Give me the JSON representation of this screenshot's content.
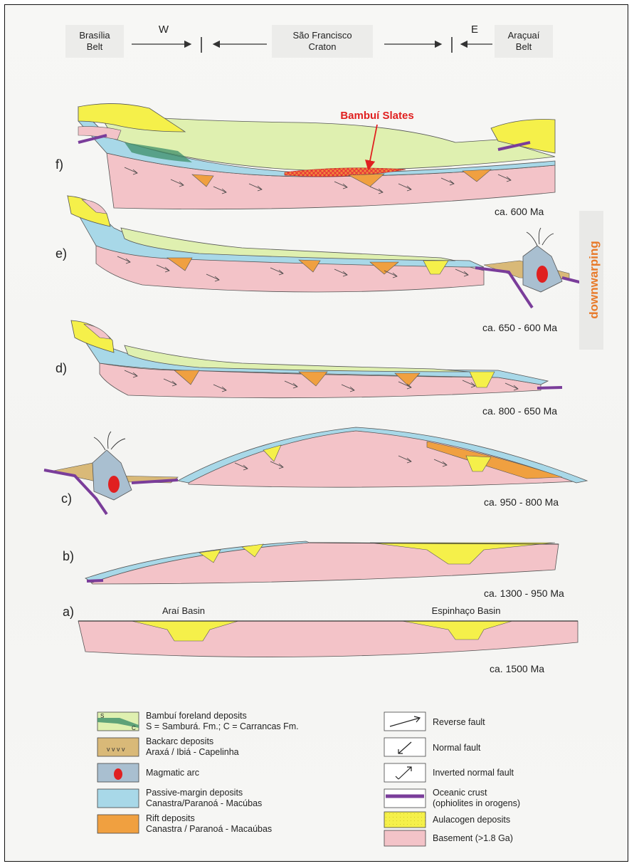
{
  "header": {
    "left_belt_line1": "Brasília",
    "left_belt_line2": "Belt",
    "west_label": "W",
    "craton_line1": "São Francisco",
    "craton_line2": "Craton",
    "east_label": "E",
    "right_belt_line1": "Araçuaí",
    "right_belt_line2": "Belt"
  },
  "annotations": {
    "bambui_slates": "Bambuí Slates",
    "downwarping": "downwarping"
  },
  "stages": [
    {
      "id": "f",
      "label": "f)",
      "age": "ca. 600 Ma"
    },
    {
      "id": "e",
      "label": "e)",
      "age": "ca. 650 - 600 Ma"
    },
    {
      "id": "d",
      "label": "d)",
      "age": "ca. 800 - 650 Ma"
    },
    {
      "id": "c",
      "label": "c)",
      "age": "ca. 950 - 800 Ma"
    },
    {
      "id": "b",
      "label": "b)",
      "age": "ca. 1300 - 950 Ma"
    },
    {
      "id": "a",
      "label": "a)",
      "age": "ca. 1500 Ma",
      "basin_left": "Araí Basin",
      "basin_right": "Espinhaço Basin"
    }
  ],
  "legend": {
    "left": [
      {
        "line1": "Bambuí foreland deposits",
        "line2": "S = Samburá. Fm.; C = Carrancas Fm.",
        "swatch": "#dff0b0",
        "swatch_letters": [
          "S",
          "C"
        ]
      },
      {
        "line1": "Backarc deposits",
        "line2": "Araxá / Ibiá - Capelinha",
        "swatch": "#d9b978"
      },
      {
        "line1": "Magmatic arc",
        "line2": "",
        "swatch": "#a9bfd0"
      },
      {
        "line1": "Passive-margin deposits",
        "line2": "Canastra/Paranoá - Macúbas",
        "swatch": "#a8d8e8"
      },
      {
        "line1": "Rift deposits",
        "line2": "Canastra / Paranoá - Macaúbas",
        "swatch": "#f0a040"
      }
    ],
    "right": [
      {
        "line1": "Reverse fault",
        "line2": ""
      },
      {
        "line1": "Normal fault",
        "line2": ""
      },
      {
        "line1": "Inverted normal fault",
        "line2": ""
      },
      {
        "line1": "Oceanic crust",
        "line2": "(ophiolites in orogens)"
      },
      {
        "line1": "Aulacogen deposits",
        "line2": "",
        "swatch": "#f5f04a"
      },
      {
        "line1": "Basement (>1.8 Ga)",
        "line2": "",
        "swatch": "#f3c3c8"
      }
    ]
  },
  "colors": {
    "basement": "#f3c3c8",
    "aulacogen": "#f5f04a",
    "passive_margin": "#a8d8e8",
    "rift": "#f0a040",
    "foreland": "#dff0b0",
    "foreland_dark": "#3d8f6a",
    "backarc": "#d9b978",
    "magmatic_arc": "#a9bfd0",
    "oceanic_crust": "#7a3d9a",
    "slates": "#e8303a",
    "annotation_red": "#e02020",
    "downwarping": "#e87a2a"
  }
}
